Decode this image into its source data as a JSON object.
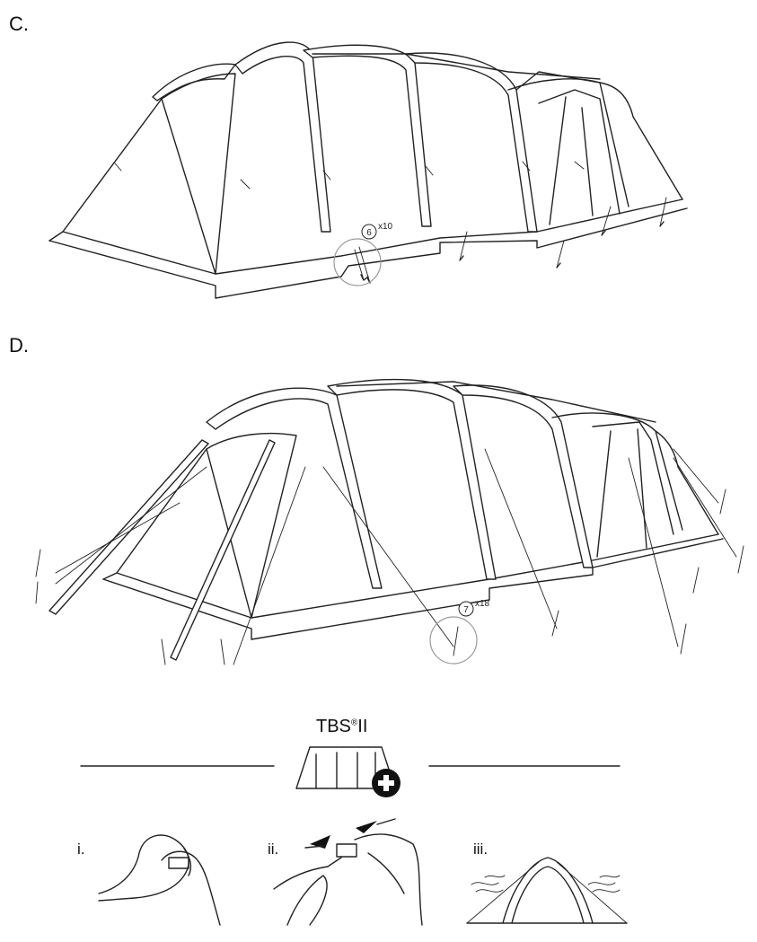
{
  "steps": {
    "c": {
      "label": "C.",
      "callout_number": "6",
      "callout_qty": "x10"
    },
    "d": {
      "label": "D.",
      "callout_number": "7",
      "callout_qty": "x18"
    }
  },
  "tbs": {
    "title_main": "TBS",
    "title_reg": "®",
    "title_suffix": "II",
    "substeps": [
      "i.",
      "ii.",
      "iii."
    ]
  },
  "icons": [
    "tent-outline-icon",
    "peg-icon",
    "plus-circle-icon",
    "buckle-icon",
    "wind-icon"
  ]
}
